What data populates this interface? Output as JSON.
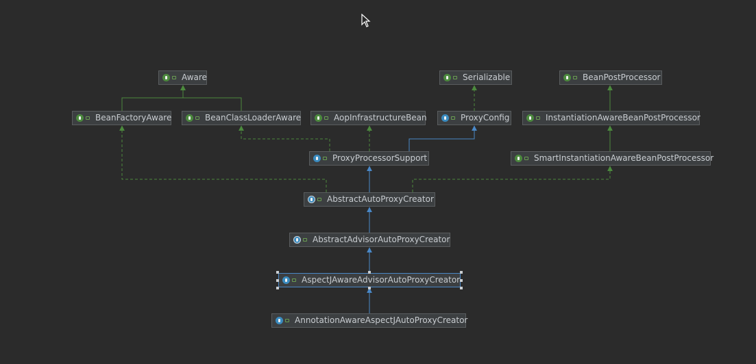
{
  "diagram": {
    "nodes": [
      {
        "id": "aware",
        "label": "Aware",
        "kind": "interface"
      },
      {
        "id": "serializable",
        "label": "Serializable",
        "kind": "interface"
      },
      {
        "id": "bpp",
        "label": "BeanPostProcessor",
        "kind": "interface"
      },
      {
        "id": "bfa",
        "label": "BeanFactoryAware",
        "kind": "interface"
      },
      {
        "id": "bcla",
        "label": "BeanClassLoaderAware",
        "kind": "interface"
      },
      {
        "id": "aib",
        "label": "AopInfrastructureBean",
        "kind": "interface"
      },
      {
        "id": "pc",
        "label": "ProxyConfig",
        "kind": "class"
      },
      {
        "id": "iabpp",
        "label": "InstantiationAwareBeanPostProcessor",
        "kind": "interface"
      },
      {
        "id": "pps",
        "label": "ProxyProcessorSupport",
        "kind": "class"
      },
      {
        "id": "siabpp",
        "label": "SmartInstantiationAwareBeanPostProcessor",
        "kind": "interface"
      },
      {
        "id": "aapc",
        "label": "AbstractAutoProxyCreator",
        "kind": "abstract"
      },
      {
        "id": "aaapc",
        "label": "AbstractAdvisorAutoProxyCreator",
        "kind": "abstract"
      },
      {
        "id": "ajaaapc",
        "label": "AspectJAwareAdvisorAutoProxyCreator",
        "kind": "class",
        "selected": true
      },
      {
        "id": "aajapc",
        "label": "AnnotationAwareAspectJAutoProxyCreator",
        "kind": "class"
      }
    ],
    "edges": [
      {
        "from": "bfa",
        "to": "aware",
        "type": "extends-interface"
      },
      {
        "from": "bcla",
        "to": "aware",
        "type": "extends-interface"
      },
      {
        "from": "pc",
        "to": "serializable",
        "type": "implements"
      },
      {
        "from": "iabpp",
        "to": "bpp",
        "type": "extends-interface"
      },
      {
        "from": "siabpp",
        "to": "iabpp",
        "type": "extends-interface"
      },
      {
        "from": "pps",
        "to": "bcla",
        "type": "implements"
      },
      {
        "from": "pps",
        "to": "aib",
        "type": "implements"
      },
      {
        "from": "pps",
        "to": "pc",
        "type": "extends"
      },
      {
        "from": "aapc",
        "to": "bfa",
        "type": "implements"
      },
      {
        "from": "aapc",
        "to": "pps",
        "type": "extends"
      },
      {
        "from": "aapc",
        "to": "siabpp",
        "type": "implements"
      },
      {
        "from": "aaapc",
        "to": "aapc",
        "type": "extends"
      },
      {
        "from": "ajaaapc",
        "to": "aaapc",
        "type": "extends"
      },
      {
        "from": "aajapc",
        "to": "ajaaapc",
        "type": "extends"
      }
    ]
  },
  "colors": {
    "background": "#2b2b2b",
    "node_fill": "#3c3f41",
    "node_border": "#5a5d5f",
    "text": "#c9cdd1",
    "edge_extends": "#4a88c7",
    "edge_interface": "#4c8a3e",
    "interface_icon": "#4c8a3e",
    "class_icon": "#3a8bbf",
    "selection": "#4a88c7"
  },
  "icons": {
    "interface": "interface-icon",
    "class": "class-icon",
    "abstract": "abstract-class-icon",
    "visibility": "public-visibility-icon",
    "cursor": "mouse-pointer-icon"
  }
}
